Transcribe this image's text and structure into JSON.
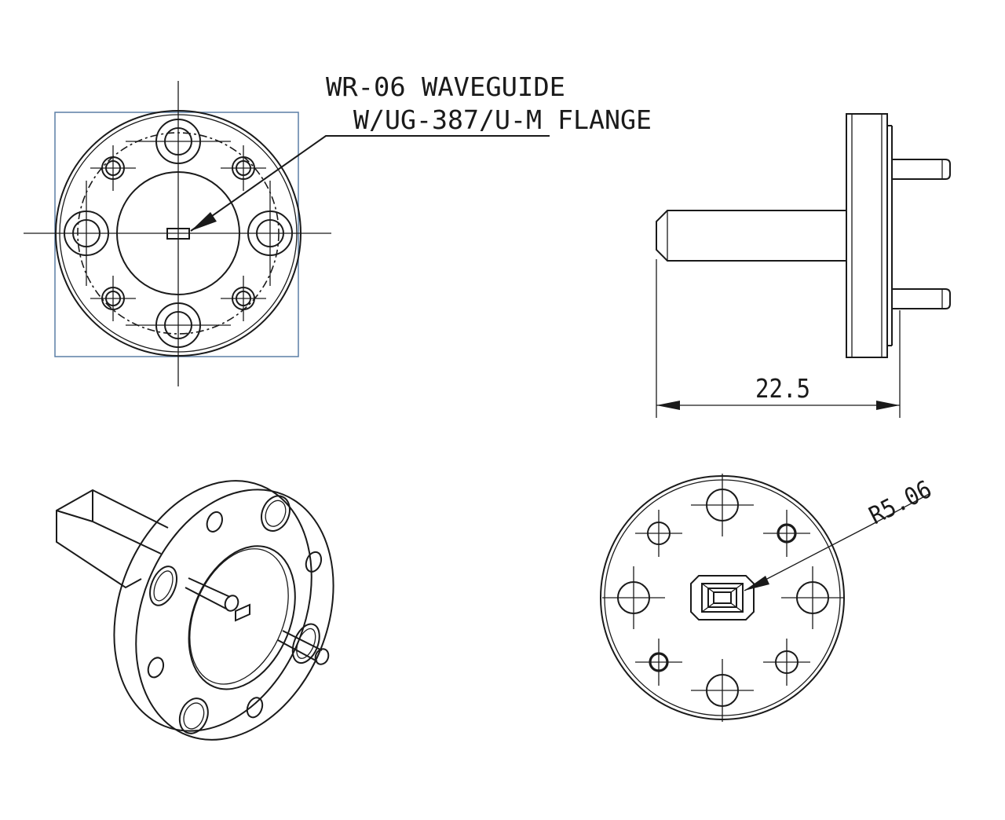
{
  "drawing": {
    "callout": {
      "line1": "WR-06  WAVEGUIDE",
      "line2": "W/UG-387/U-M FLANGE"
    },
    "dimension_length": "22.5",
    "dimension_radius": "R5.06",
    "colors": {
      "ink": "#1a1a1a",
      "selection_box": "#5b7fa6",
      "background": "#ffffff"
    }
  }
}
